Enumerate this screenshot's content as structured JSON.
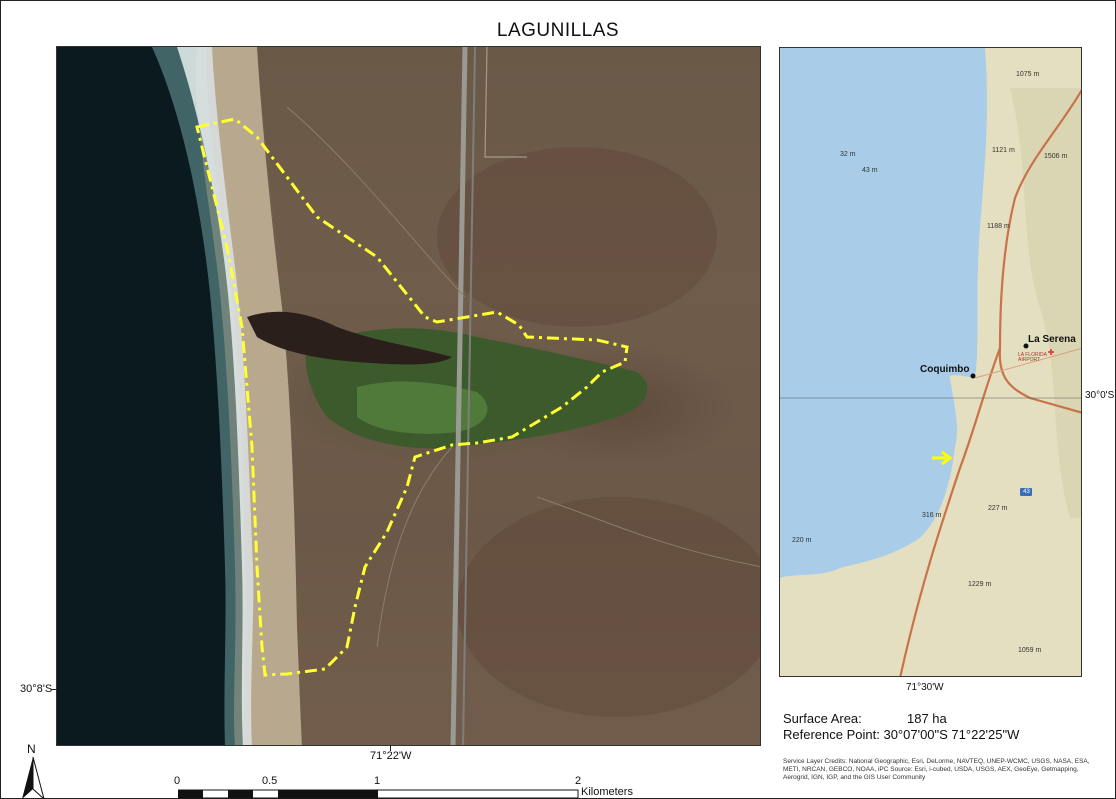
{
  "map_title": "LAGUNILLAS",
  "main_map": {
    "latitude_label": "30°8'S",
    "longitude_label": "71°22'W"
  },
  "inset_map": {
    "latitude_label": "30°0'S",
    "longitude_label": "71°30'W",
    "places": {
      "la_serena": "La Serena",
      "coquimbo": "Coquimbo",
      "airport": "LA FLORIDA AIRPORT"
    },
    "elevations": [
      "1075 m",
      "32 m",
      "43 m",
      "1121 m",
      "1506 m",
      "1188 m",
      "227 m",
      "316 m",
      "220 m",
      "1229 m",
      "1059 m"
    ],
    "route_shield": "43"
  },
  "info": {
    "surface_label": "Surface Area:",
    "surface_value": "187 ha",
    "reference_label": "Reference Point:",
    "reference_value": "30°07'00\"S  71°22'25\"W"
  },
  "credits": "Service Layer Credits: National Geographic, Esri, DeLorme, NAVTEQ, UNEP-WCMC, USGS, NASA, ESA, METI, NRCAN, GEBCO, NOAA, iPC Source: Esri, i-cubed, USDA, USGS, AEX, GeoEye, Getmapping, Aerogrid, IGN, IGP, and the GIS User Community",
  "north_label": "N",
  "scale_bar": {
    "ticks": [
      "0",
      "0.5",
      "1",
      "2"
    ],
    "units": "Kilometers"
  },
  "colors": {
    "wetland_boundary": "#ffff33",
    "ocean": "#0b1a1f",
    "inset_water": "#a9cce8",
    "road": "#c8734a",
    "arrow": "#ffff00"
  }
}
